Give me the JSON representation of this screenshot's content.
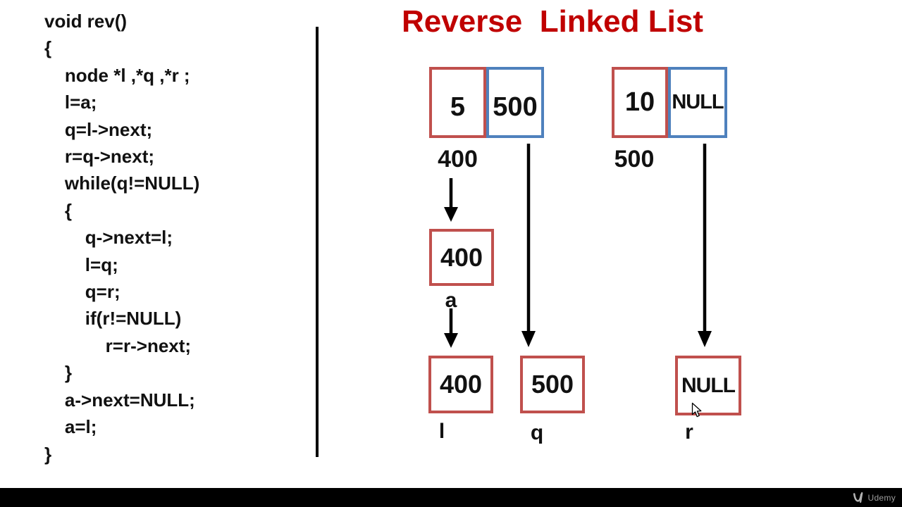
{
  "title": {
    "text": "Reverse  Linked List"
  },
  "code": {
    "lines": [
      "void rev()",
      "{",
      "    node *l ,*q ,*r ;",
      "    l=a;",
      "    q=l->next;",
      "    r=q->next;",
      "    while(q!=NULL)",
      "    {",
      "        q->next=l;",
      "        l=q;",
      "        q=r;",
      "        if(r!=NULL)",
      "            r=r->next;",
      "    }",
      "    a->next=NULL;",
      "    a=l;",
      "}"
    ]
  },
  "diagram": {
    "node1": {
      "value": "5",
      "next": "500",
      "address": "400"
    },
    "node2": {
      "value": "10",
      "next": "NULL",
      "address": "500"
    },
    "pointer_a": {
      "value": "400",
      "label": "a"
    },
    "pointer_l": {
      "value": "400",
      "label": "l"
    },
    "pointer_q": {
      "value": "500",
      "label": "q"
    },
    "pointer_r": {
      "value": "NULL",
      "label": "r"
    }
  },
  "footer": {
    "brand": "Udemy"
  },
  "colors": {
    "title": "#C00000",
    "data_border": "#C0504D",
    "next_border": "#4F81BD",
    "footer_bg": "#000000",
    "brand_gray": "#9D9D9D"
  }
}
